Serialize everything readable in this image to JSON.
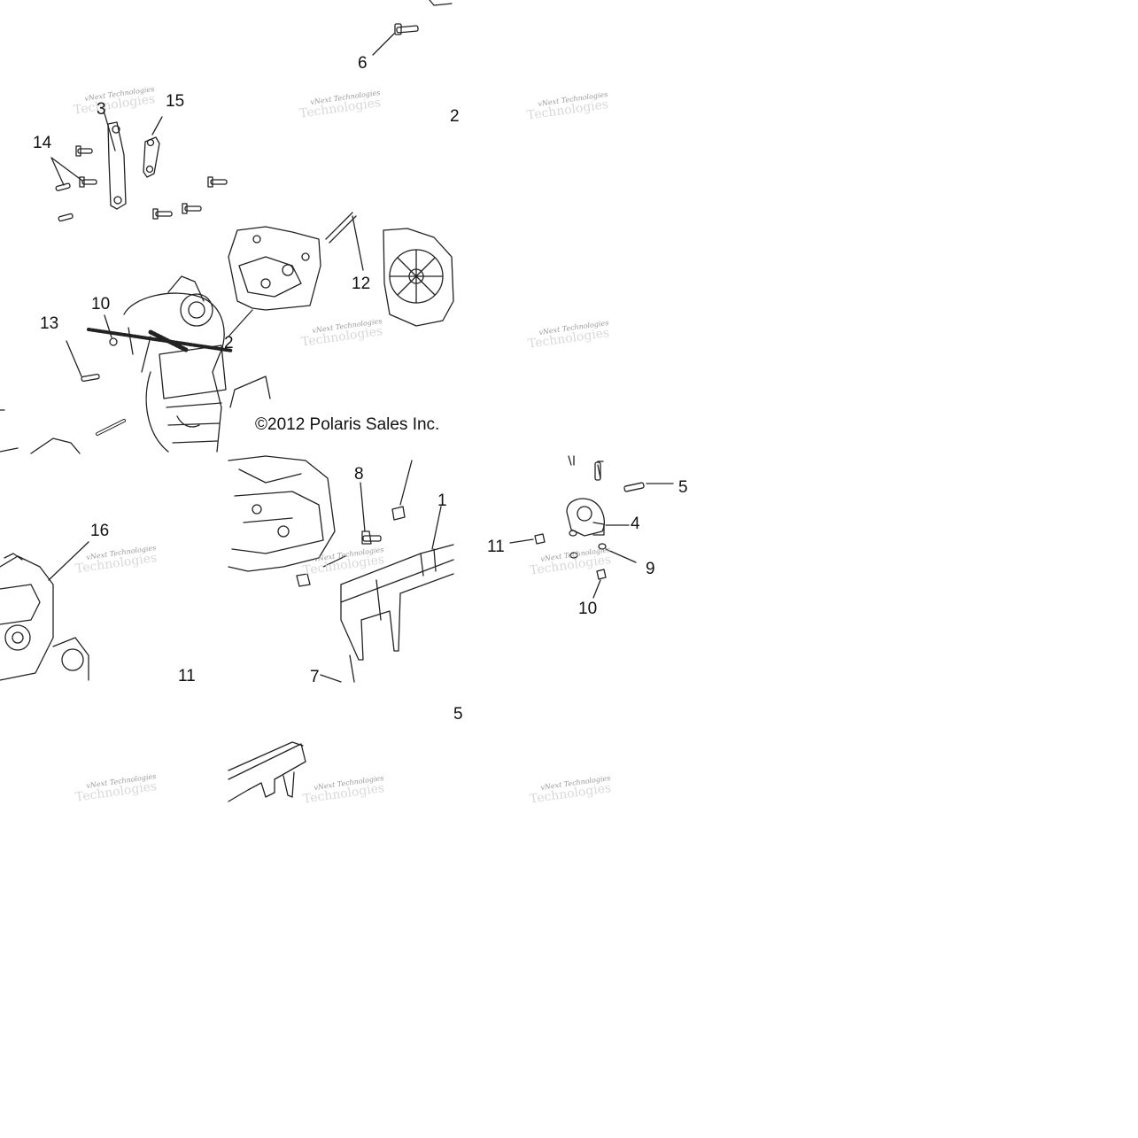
{
  "copyright": "©2012 Polaris Sales Inc.",
  "watermark": {
    "line1": "vNext Technologies",
    "line2": "Technologies"
  },
  "callouts": [
    "1",
    "2",
    "2",
    "3",
    "4",
    "5",
    "5",
    "6",
    "7",
    "8",
    "9",
    "10",
    "10",
    "11",
    "11",
    "12",
    "13",
    "14",
    "15",
    "16"
  ],
  "colors": {
    "line": "#222222",
    "text": "#111111",
    "watermark": "#c8c8c8"
  }
}
